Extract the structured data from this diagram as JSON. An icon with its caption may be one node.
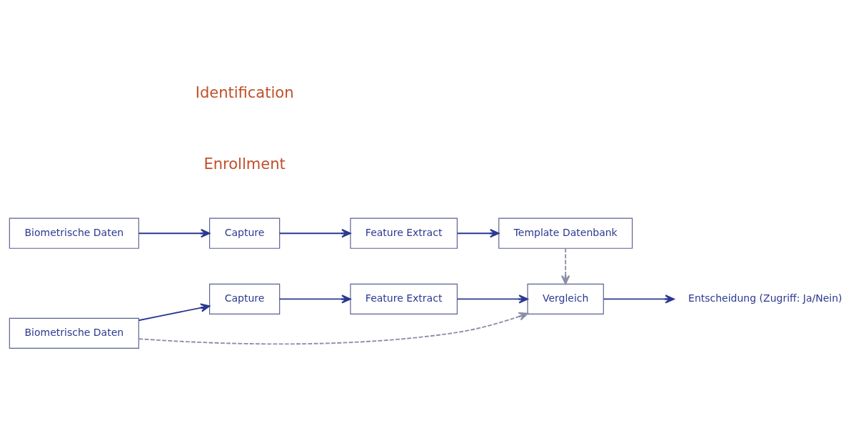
{
  "diagram": {
    "nodes": [
      {
        "text": [
          "Biometrische Daten"
        ]
      },
      {
        "text": [
          "Capture"
        ]
      },
      {
        "text": [
          "Feature Extract"
        ]
      },
      {
        "text": [
          "Template Datenbank"
        ]
      },
      {
        "text": [
          "Biometrische Daten"
        ]
      },
      {
        "text": [
          "Capture"
        ]
      },
      {
        "text": [
          "Feature Extract"
        ]
      },
      {
        "text": [
          "Vergleich"
        ]
      },
      {
        "text": [
          "Entscheidung (Zugriff: Ja/Nein)"
        ]
      }
    ],
    "edges": [
      {
        "from": 0,
        "to": 1,
        "arrow": "to"
      },
      {
        "from": 1,
        "to": 2,
        "arrow": "to"
      },
      {
        "from": 2,
        "to": 3,
        "arrow": "to"
      },
      {
        "from": 4,
        "to": 5,
        "arrow": "to"
      },
      {
        "from": 5,
        "to": 6,
        "arrow": "to"
      },
      {
        "from": 6,
        "to": 7,
        "arrow": "to"
      },
      {
        "from": 4,
        "to": 7,
        "arrow": "to",
        "style": "dashed",
        "color": "#8a8fa8"
      },
      {
        "from": 3,
        "to": 7,
        "arrow": "to",
        "style": "dashed",
        "color": "#8a8fa8"
      },
      {
        "from": 7,
        "to": 8,
        "arrow": "to"
      }
    ],
    "labels": [
      "Enrollment",
      "Identification"
    ]
  }
}
